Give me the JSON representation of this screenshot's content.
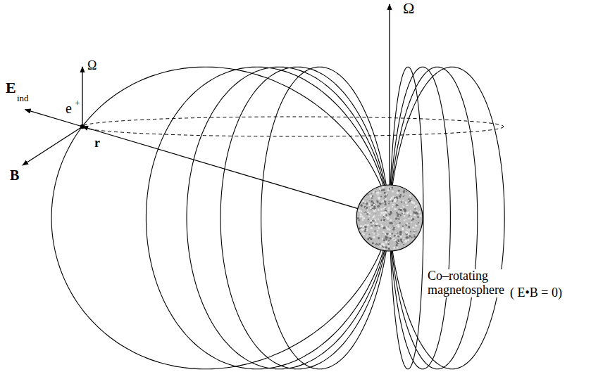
{
  "diagram": {
    "labels": [
      "Ω",
      "E",
      "ind",
      "Ω",
      "e",
      "+",
      "r",
      "B",
      "Co–rotating magnetosphere",
      "( E•B = 0)"
    ]
  }
}
